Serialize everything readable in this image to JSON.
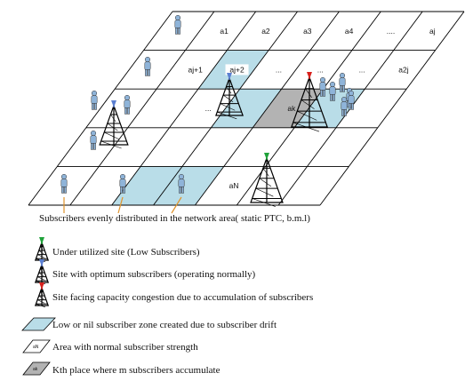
{
  "grid": {
    "cells": [
      {
        "row": 0,
        "col": 1,
        "label": "a1"
      },
      {
        "row": 0,
        "col": 2,
        "label": "a2"
      },
      {
        "row": 0,
        "col": 3,
        "label": "a3"
      },
      {
        "row": 0,
        "col": 4,
        "label": "a4"
      },
      {
        "row": 0,
        "col": 5,
        "label": "...."
      },
      {
        "row": 0,
        "col": 6,
        "label": "aj"
      },
      {
        "row": 1,
        "col": 1,
        "label": "aj+1"
      },
      {
        "row": 1,
        "col": 2,
        "label": "aj+2"
      },
      {
        "row": 1,
        "col": 3,
        "label": "..."
      },
      {
        "row": 1,
        "col": 4,
        "label": "..."
      },
      {
        "row": 1,
        "col": 5,
        "label": "..."
      },
      {
        "row": 1,
        "col": 6,
        "label": "a2j"
      },
      {
        "row": 2,
        "col": 2,
        "label": "..."
      },
      {
        "row": 2,
        "col": 4,
        "label": "ak"
      },
      {
        "row": 4,
        "col": 4,
        "label": "aN"
      }
    ],
    "blue_cells": [
      [
        1,
        2
      ],
      [
        2,
        3
      ],
      [
        2,
        5
      ],
      [
        4,
        2
      ],
      [
        4,
        3
      ]
    ],
    "gray_cells": [
      [
        2,
        4
      ]
    ],
    "colors": {
      "blue": "#b9dde8",
      "gray": "#b3b3b3",
      "line": "#000000",
      "site_low": "#1fa23a",
      "site_optimum": "#5b7fd1",
      "site_congested": "#d8201c",
      "subscriber": "#8fb4d9",
      "pointer": "#e0932a"
    }
  },
  "caption": "Subscribers evenly distributed in the network area( static PTC, b.m.l)",
  "legend": {
    "low_site": "Under utilized site (Low Subscribers)",
    "optimum_site": "Site with optimum subscribers (operating normally)",
    "congested_site": "Site facing capacity congestion due to accumulation of subscribers",
    "low_zone": "Low or nil subscriber zone created due to subscriber drift",
    "normal_area": "Area with normal subscriber strength",
    "normal_area_swatch_label": "aN",
    "kth_place": "Kth place where m subscribers accumulate",
    "kth_swatch_label": "ak"
  }
}
